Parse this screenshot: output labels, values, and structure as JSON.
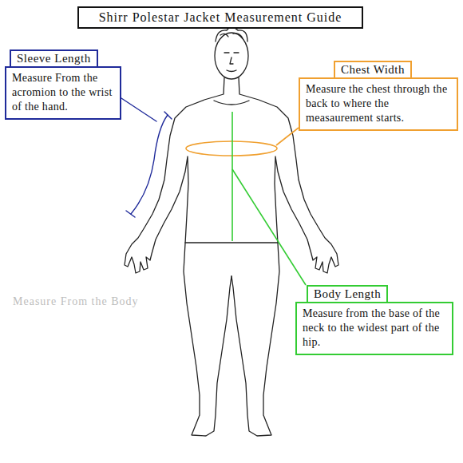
{
  "diagram": {
    "title": "Shirr Polestar Jacket Measurement Guide",
    "nodes": [
      {
        "text": [
          "Sleeve Length",
          "Measure From the acromion to the wrist of the hand."
        ]
      },
      {
        "text": [
          "Chest Width",
          "Measure the chest through the back to where the measaurement starts."
        ]
      },
      {
        "text": [
          "Body Length",
          "Measure from the base of the neck to the widest part of the hip."
        ]
      }
    ],
    "labels": [
      "Measure From the Body"
    ]
  }
}
